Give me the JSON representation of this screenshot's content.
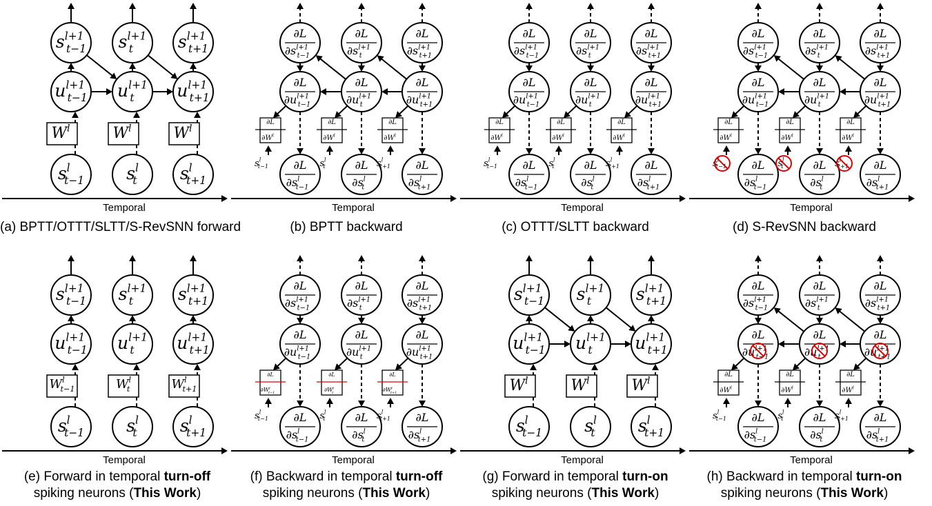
{
  "colors": {
    "ink": "#000000",
    "highlight": "#e00000",
    "blocked": "#e00000"
  },
  "axis_label": "Temporal",
  "symbols": {
    "s_lp1": [
      "s",
      "t−1",
      "l+1",
      "t",
      "l+1",
      "t+1",
      "l+1"
    ],
    "u_lp1": [
      "u",
      "t−1",
      "l+1",
      "t",
      "l+1",
      "t+1",
      "l+1"
    ],
    "s_l": [
      "s",
      "t−1",
      "l",
      "t",
      "l",
      "t+1",
      "l"
    ],
    "W": "W",
    "W_sup": "l",
    "dL": "∂L",
    "ds_lp1": [
      "∂s",
      "t−1",
      "l+1",
      "t",
      "l+1",
      "t+1",
      "l+1"
    ],
    "du_lp1": [
      "∂u",
      "t−1",
      "l+1",
      "t",
      "l+1",
      "t+1",
      "l+1"
    ],
    "ds_l": [
      "∂s",
      "t−1",
      "l",
      "t",
      "l",
      "t+1",
      "l"
    ],
    "dW": "∂W",
    "t_subs": [
      "t−1",
      "t",
      "t+1"
    ]
  },
  "panels": [
    {
      "id": "a",
      "caption_lines": [
        [
          "(a) BPTT/OTTT/SLTT/S-RevSNN forward"
        ]
      ]
    },
    {
      "id": "b",
      "caption_lines": [
        [
          "(b) BPTT backward"
        ]
      ]
    },
    {
      "id": "c",
      "caption_lines": [
        [
          "(c) OTTT/SLTT backward"
        ]
      ]
    },
    {
      "id": "d",
      "caption_lines": [
        [
          "(d) S-RevSNN backward"
        ]
      ]
    },
    {
      "id": "e",
      "caption_lines": [
        [
          "(e) Forward in temporal ",
          "turn-off"
        ],
        [
          "spiking neurons (",
          "This Work",
          ")"
        ]
      ]
    },
    {
      "id": "f",
      "caption_lines": [
        [
          "(f) Backward in temporal ",
          "turn-off"
        ],
        [
          "spiking neurons (",
          "This Work",
          ")"
        ]
      ]
    },
    {
      "id": "g",
      "caption_lines": [
        [
          "(g) Forward in temporal ",
          "turn-on"
        ],
        [
          "spiking neurons (",
          "This Work",
          ")"
        ]
      ]
    },
    {
      "id": "h",
      "caption_lines": [
        [
          "(h) Backward in temporal ",
          "turn-on"
        ],
        [
          "spiking neurons (",
          "This Work",
          ")"
        ]
      ]
    }
  ]
}
